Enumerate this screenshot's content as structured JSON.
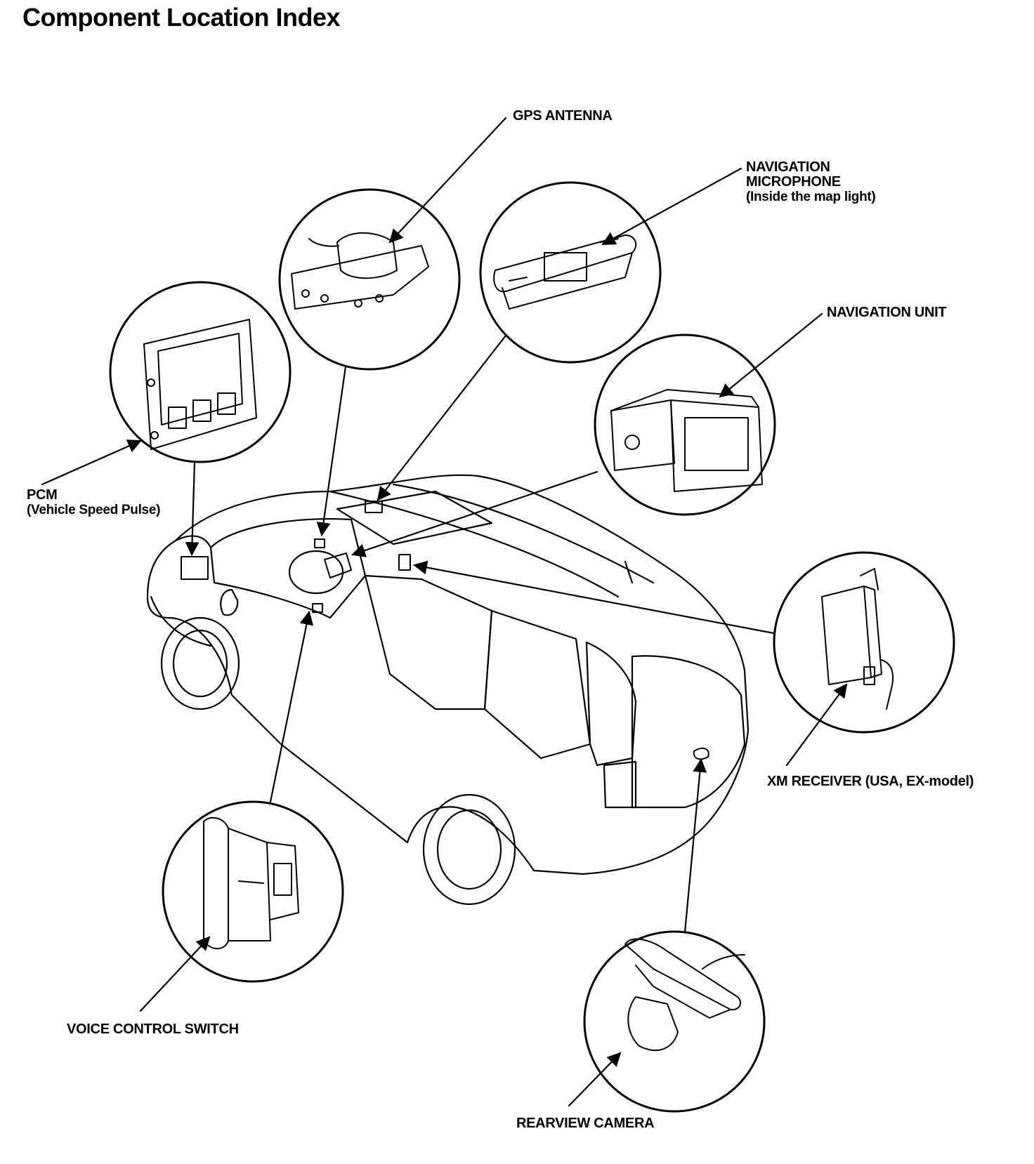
{
  "title": "Component Location Index",
  "labels": {
    "gps_antenna": "GPS ANTENNA",
    "nav_mic": {
      "line1": "NAVIGATION",
      "line2": "MICROPHONE",
      "line3": "(Inside the map light)"
    },
    "nav_unit": "NAVIGATION UNIT",
    "pcm": {
      "line1": "PCM",
      "line2": "(Vehicle Speed Pulse)"
    },
    "xm_receiver": "XM RECEIVER (USA, EX-model)",
    "voice_switch": "VOICE CONTROL SWITCH",
    "rearview_camera": "REARVIEW CAMERA"
  },
  "colors": {
    "ink": "#000000",
    "paper": "#ffffff"
  }
}
